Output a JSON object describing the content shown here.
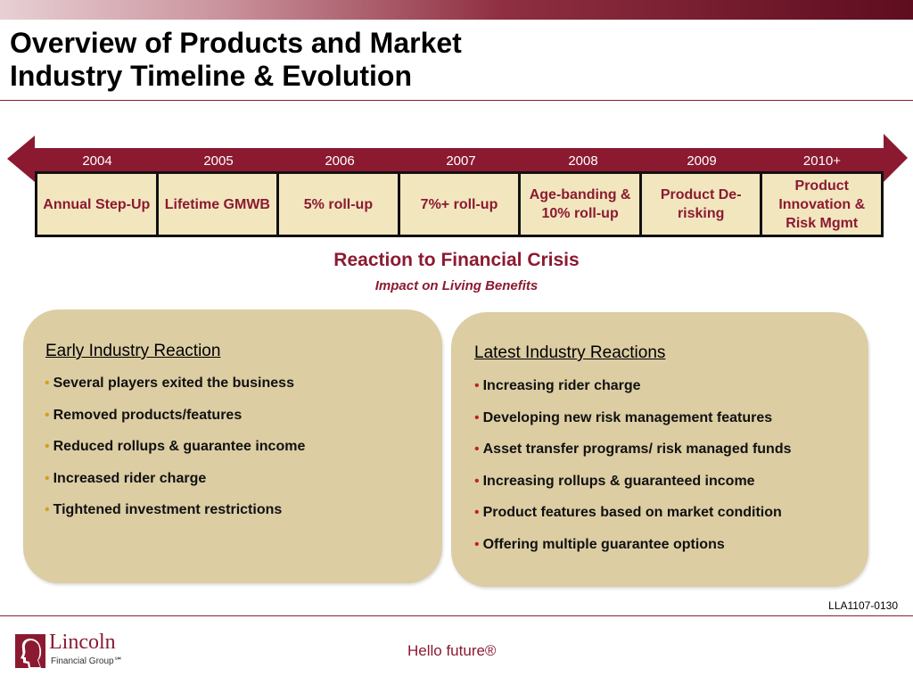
{
  "header": {
    "title_line1": "Overview of Products and Market",
    "title_line2": "Industry Timeline & Evolution"
  },
  "timeline": {
    "years": [
      "2004",
      "2005",
      "2006",
      "2007",
      "2008",
      "2009",
      "2010+"
    ],
    "items": [
      "Annual Step-Up",
      "Lifetime GMWB",
      "5% roll-up",
      "7%+ roll-up",
      "Age-banding & 10% roll-up",
      "Product De-risking",
      "Product Innovation & Risk Mgmt"
    ]
  },
  "crisis": {
    "title": "Reaction to Financial Crisis",
    "subtitle": "Impact on Living Benefits"
  },
  "early": {
    "heading": "Early Industry Reaction",
    "bullet_symbol": "•",
    "items": [
      "Several players exited the business",
      "Removed products/features",
      "Reduced rollups & guarantee income",
      "Increased rider charge",
      "Tightened investment restrictions"
    ]
  },
  "latest": {
    "heading": "Latest Industry Reactions",
    "bullet_symbol": "•",
    "items": [
      "Increasing rider charge",
      "Developing new risk management features",
      "Asset transfer programs/ risk managed funds",
      "Increasing rollups & guaranteed income",
      "Product features based on market condition",
      "Offering multiple guarantee options"
    ]
  },
  "footer": {
    "code": "LLA1107-0130",
    "logo_name": "Lincoln",
    "logo_sub": "Financial Group℠",
    "tagline": "Hello future®"
  },
  "colors": {
    "brand": "#8b1a31",
    "panel": "#dccda3",
    "timeline_box": "#f2e6bf",
    "early_bullet": "#d0a01c",
    "latest_bullet": "#c81e1e"
  }
}
